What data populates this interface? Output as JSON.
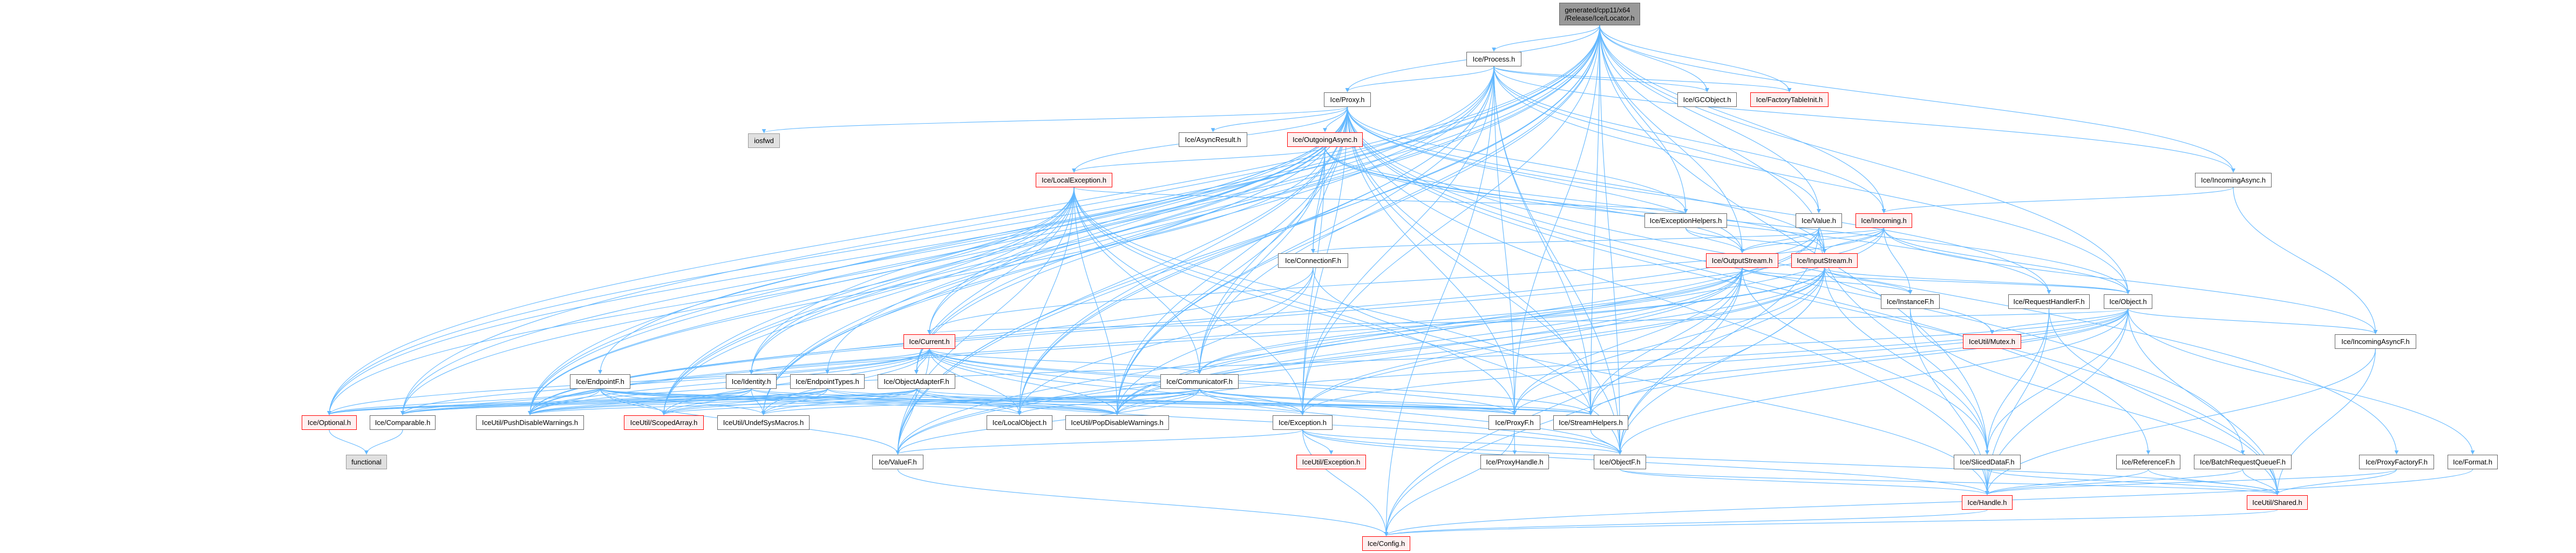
{
  "graph": {
    "title": "generated/cpp11/x64/Release/Ice/Locator.h include dependency graph",
    "colors": {
      "edge": "#63b8ff",
      "node_border": "#666666",
      "highlight_border": "#ff0000",
      "highlight_fill": "#fff0f0",
      "system_fill": "#e0e0e0",
      "root_fill": "#999999"
    },
    "nodes": [
      {
        "label": "generated/cpp11/x64\n/Release/Ice/Locator.h",
        "style": "root"
      },
      {
        "label": "Ice/Process.h",
        "style": "normal"
      },
      {
        "label": "Ice/Proxy.h",
        "style": "normal"
      },
      {
        "label": "Ice/GCObject.h",
        "style": "normal"
      },
      {
        "label": "Ice/FactoryTableInit.h",
        "style": "red"
      },
      {
        "label": "iosfwd",
        "style": "gray"
      },
      {
        "label": "Ice/AsyncResult.h",
        "style": "normal"
      },
      {
        "label": "Ice/OutgoingAsync.h",
        "style": "red"
      },
      {
        "label": "Ice/IncomingAsync.h",
        "style": "normal"
      },
      {
        "label": "Ice/LocalException.h",
        "style": "red"
      },
      {
        "label": "Ice/ExceptionHelpers.h",
        "style": "normal"
      },
      {
        "label": "Ice/Value.h",
        "style": "normal"
      },
      {
        "label": "Ice/Incoming.h",
        "style": "red"
      },
      {
        "label": "Ice/ConnectionF.h",
        "style": "normal"
      },
      {
        "label": "Ice/OutputStream.h",
        "style": "red"
      },
      {
        "label": "Ice/InputStream.h",
        "style": "red"
      },
      {
        "label": "Ice/InstanceF.h",
        "style": "normal"
      },
      {
        "label": "Ice/RequestHandlerF.h",
        "style": "normal"
      },
      {
        "label": "Ice/Object.h",
        "style": "normal"
      },
      {
        "label": "Ice/Current.h",
        "style": "red"
      },
      {
        "label": "IceUtil/Mutex.h",
        "style": "red"
      },
      {
        "label": "Ice/IncomingAsyncF.h",
        "style": "normal"
      },
      {
        "label": "Ice/EndpointF.h",
        "style": "normal"
      },
      {
        "label": "Ice/Identity.h",
        "style": "normal"
      },
      {
        "label": "Ice/EndpointTypes.h",
        "style": "normal"
      },
      {
        "label": "Ice/ObjectAdapterF.h",
        "style": "normal"
      },
      {
        "label": "Ice/CommunicatorF.h",
        "style": "normal"
      },
      {
        "label": "Ice/Optional.h",
        "style": "red"
      },
      {
        "label": "Ice/Comparable.h",
        "style": "normal"
      },
      {
        "label": "IceUtil/PushDisableWarnings.h",
        "style": "normal"
      },
      {
        "label": "IceUtil/ScopedArray.h",
        "style": "red"
      },
      {
        "label": "IceUtil/UndefSysMacros.h",
        "style": "normal"
      },
      {
        "label": "Ice/LocalObject.h",
        "style": "normal"
      },
      {
        "label": "IceUtil/PopDisableWarnings.h",
        "style": "normal"
      },
      {
        "label": "Ice/Exception.h",
        "style": "normal"
      },
      {
        "label": "Ice/ProxyF.h",
        "style": "normal"
      },
      {
        "label": "Ice/StreamHelpers.h",
        "style": "normal"
      },
      {
        "label": "functional",
        "style": "gray"
      },
      {
        "label": "Ice/ValueF.h",
        "style": "normal"
      },
      {
        "label": "IceUtil/Exception.h",
        "style": "red"
      },
      {
        "label": "Ice/ProxyHandle.h",
        "style": "normal"
      },
      {
        "label": "Ice/ObjectF.h",
        "style": "normal"
      },
      {
        "label": "Ice/SlicedDataF.h",
        "style": "normal"
      },
      {
        "label": "Ice/ReferenceF.h",
        "style": "normal"
      },
      {
        "label": "Ice/BatchRequestQueueF.h",
        "style": "normal"
      },
      {
        "label": "Ice/ProxyFactoryF.h",
        "style": "normal"
      },
      {
        "label": "Ice/Format.h",
        "style": "normal"
      },
      {
        "label": "Ice/Handle.h",
        "style": "red"
      },
      {
        "label": "IceUtil/Shared.h",
        "style": "red"
      },
      {
        "label": "Ice/Config.h",
        "style": "red"
      }
    ],
    "edges": {
      "0": [
        1,
        2,
        3,
        4,
        11,
        12,
        8,
        18,
        35,
        41,
        34,
        36,
        27,
        28,
        29,
        30,
        31,
        32,
        33,
        38,
        23,
        25,
        26,
        19,
        10,
        14,
        15,
        42
      ],
      "1": [
        2,
        3,
        4,
        11,
        12,
        8,
        18,
        35,
        34,
        32,
        27,
        29,
        30,
        31,
        33,
        38,
        41,
        36,
        49
      ],
      "2": [
        5,
        6,
        7,
        9,
        13,
        19,
        25,
        26,
        22,
        24,
        23,
        35,
        41,
        17,
        43,
        44,
        45,
        48,
        47,
        27,
        28,
        29,
        30,
        31,
        33,
        32,
        34,
        36,
        38,
        10,
        14,
        15
      ],
      "7": [
        9,
        13,
        26,
        14,
        15,
        17,
        18,
        34,
        33,
        29
      ],
      "9": [
        10,
        34,
        32,
        33,
        29,
        27,
        28,
        30,
        31,
        23,
        38,
        25,
        26,
        35,
        36,
        41
      ],
      "10": [
        14,
        15
      ],
      "11": [
        14,
        15,
        41,
        38,
        42,
        29,
        33
      ],
      "12": [
        14,
        15,
        16,
        18,
        21,
        19,
        13,
        29,
        33
      ],
      "8": [
        12,
        21
      ],
      "13": [
        32,
        47,
        33,
        29
      ],
      "14": [
        16,
        18,
        42,
        35,
        41,
        38,
        26,
        36,
        34,
        49,
        29,
        33
      ],
      "15": [
        16,
        18,
        20,
        42,
        35,
        41,
        38,
        26,
        36,
        34,
        49,
        29,
        33
      ],
      "18": [
        21,
        20,
        46,
        48,
        47,
        41,
        35,
        19,
        42,
        36,
        34,
        29,
        33
      ],
      "19": [
        25,
        23,
        32,
        35,
        27,
        28,
        29,
        30,
        31,
        33,
        34,
        36,
        38,
        41,
        26
      ],
      "25": [
        32,
        38,
        35,
        41,
        29,
        33,
        30,
        31,
        27,
        28
      ],
      "26": [
        32,
        34,
        35,
        38,
        41,
        29,
        33,
        36,
        30,
        31
      ],
      "22": [
        27,
        28,
        29,
        30,
        31,
        32,
        33,
        34,
        35,
        36,
        38
      ],
      "23": [
        27,
        28,
        29,
        30,
        31,
        33,
        36
      ],
      "24": [
        27,
        28,
        29,
        30,
        31,
        33,
        36
      ],
      "34": [
        39,
        49,
        38,
        41,
        47,
        48
      ],
      "35": [
        40,
        49
      ],
      "36": [
        41
      ],
      "41": [
        47,
        48
      ],
      "38": [
        49
      ],
      "27": [
        37
      ],
      "28": [
        37
      ],
      "16": [
        47,
        48
      ],
      "17": [
        47,
        48,
        42
      ],
      "42": [
        47,
        48
      ],
      "43": [
        47,
        48
      ],
      "44": [
        47,
        48
      ],
      "45": [
        47,
        48
      ],
      "21": [
        47,
        48
      ],
      "46": [
        49
      ],
      "47": [
        49
      ],
      "48": [
        49
      ]
    }
  }
}
